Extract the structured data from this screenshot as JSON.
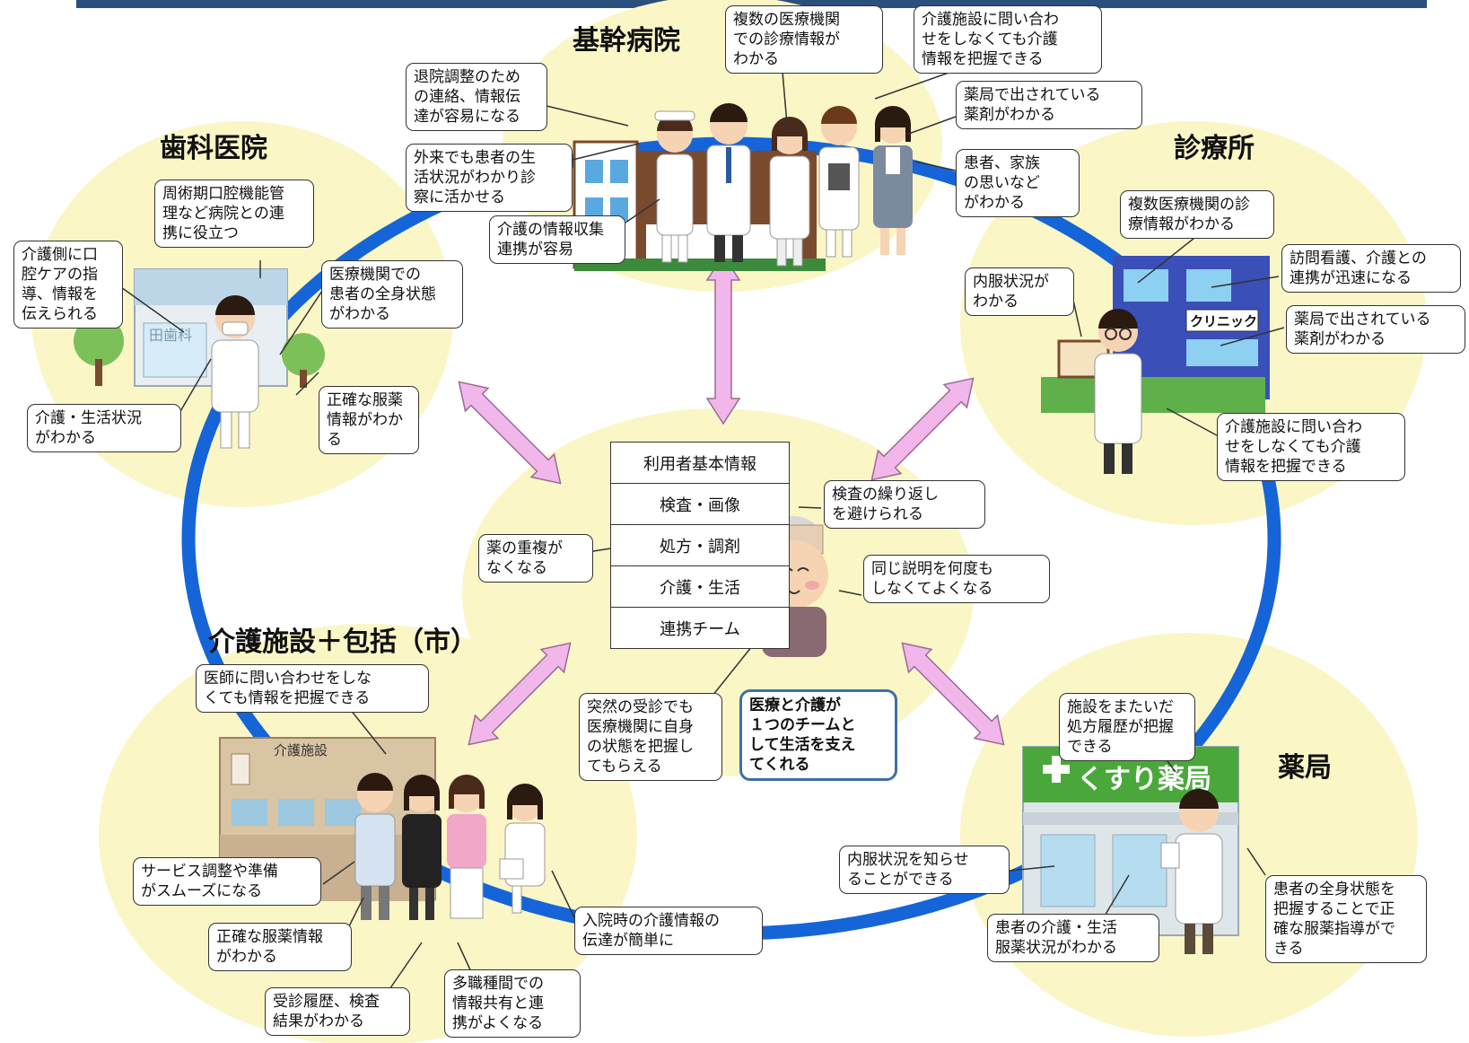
{
  "colors": {
    "ring": "#1565d8",
    "zone": "#fbf6c6",
    "arrow": "#f1b7ea",
    "arrow_stroke": "#9a6a95",
    "header_bar": "#2b4f7e",
    "key_border": "#3d6fa8"
  },
  "headings": {
    "core_hospital": "基幹病院",
    "dental_clinic": "歯科医院",
    "clinic": "診療所",
    "care_facility": "介護施設＋包括（市）",
    "pharmacy": "薬局"
  },
  "center_table": [
    "利用者基本情報",
    "検査・画像",
    "処方・調剤",
    "介護・生活",
    "連携チーム"
  ],
  "center_bubbles": {
    "no_duplicate_meds": "薬の重複が\nなくなる",
    "avoid_repeat_tests": "検査の繰り返し\nを避けられる",
    "no_repeat_explanation": "同じ説明を何度も\nしなくてよくなる",
    "sudden_visit": "突然の受診でも\n医療機関に自身\nの状態を把握し\nてもらえる",
    "one_team": "医療と介護が\n１つのチームと\nして生活を支え\nてくれる"
  },
  "hospital_bubbles": {
    "discharge": "退院調整のため\nの連絡、情報伝\n達が容易になる",
    "outpatient": "外来でも患者の生\n活状況がわかり診\n察に活かせる",
    "care_info": "介護の情報収集\n連携が容易",
    "multi_institution": "複数の医療機関\nでの診療情報が\nわかる",
    "care_facility_info": "介護施設に問い合わ\nせをしなくても介護\n情報を把握できる",
    "pharmacy_meds": "薬局で出されている\n薬剤がわかる",
    "family_wishes": "患者、家族\nの思いなど\nがわかる"
  },
  "dental_bubbles": {
    "perioperative": "周術期口腔機能管\n理など病院との連\n携に役立つ",
    "oral_care": "介護側に口\n腔ケアの指\n導、情報を\n伝えられる",
    "general_condition": "医療機関での\n患者の全身状態\nがわかる",
    "care_life": "介護・生活状況\nがわかる",
    "accurate_meds": "正確な服薬\n情報がわか\nる"
  },
  "clinic_bubbles": {
    "multi_institution": "複数医療機関の診\n療情報がわかる",
    "visiting_nurse": "訪問看護、介護との\n連携が迅速になる",
    "internal_meds": "内服状況が\nわかる",
    "pharmacy_meds": "薬局で出されている\n薬剤がわかる",
    "care_facility_info": "介護施設に問い合わ\nせをしなくても介護\n情報を把握できる"
  },
  "care_bubbles": {
    "no_doctor_inquiry": "医師に問い合わせをしな\nくても情報を把握できる",
    "service_adjust": "サービス調整や準備\nがスムーズになる",
    "accurate_meds": "正確な服薬情報\nがわかる",
    "visit_history": "受診履歴、検査\n結果がわかる",
    "multi_profession": "多職種間での\n情報共有と連\n携がよくなる",
    "admission_info": "入院時の介護情報の\n伝達が簡単に"
  },
  "pharmacy_bubbles": {
    "prescription_history": "施設をまたいだ\n処方履歴が把握\nできる",
    "inform_meds": "内服状況を知らせ\nることができる",
    "care_life_meds": "患者の介護・生活\n服薬状況がわかる",
    "whole_body": "患者の全身状態を\n把握することで正\n確な服薬指導がで\nきる"
  },
  "signage": {
    "clinic_sign": "クリニック",
    "dental_sign": "田歯科",
    "care_sign": "介護施設",
    "pharmacy_sign": "くすり薬局"
  }
}
